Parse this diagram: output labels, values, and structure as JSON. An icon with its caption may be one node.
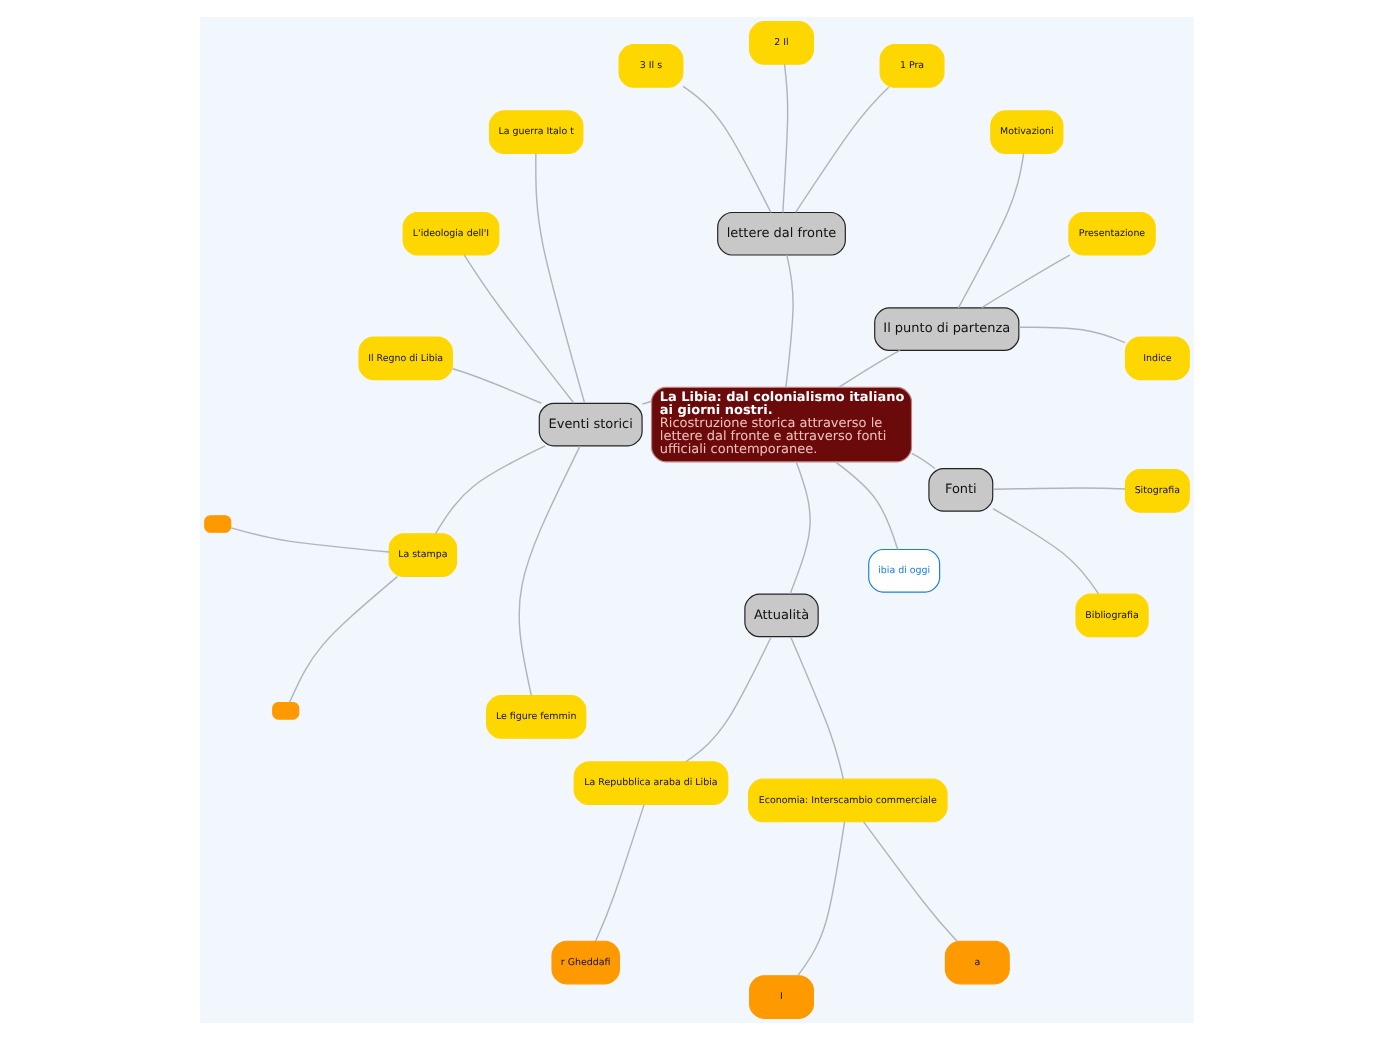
{
  "diagram": {
    "nodes": [
      {
        "text": [
          "La Libia: dal colonialismo italiano ai giorni nostri.",
          "Ricostruzione storica attraverso le lettere dal fronte e attraverso fonti ufficiali contemporanee."
        ]
      },
      {
        "text": [
          "Il punto di partenza"
        ]
      },
      {
        "text": [
          "Indice"
        ]
      },
      {
        "text": [
          "Presentazione"
        ]
      },
      {
        "text": [
          "Motivazioni"
        ]
      },
      {
        "text": [
          "lettere dal fronte"
        ]
      },
      {
        "text": [
          "1 Pra"
        ]
      },
      {
        "text": [
          "2 Il"
        ]
      },
      {
        "text": [
          "3 Il s"
        ]
      },
      {
        "text": [
          "Eventi storici"
        ]
      },
      {
        "text": [
          "La guerra Italo t"
        ]
      },
      {
        "text": [
          "L'ideologia dell'I"
        ]
      },
      {
        "text": [
          "Il Regno di Libia"
        ]
      },
      {
        "text": [
          "La stampa"
        ]
      },
      {
        "text": [],
        "shape": "box"
      },
      {
        "text": [],
        "shape": "box"
      },
      {
        "text": [
          "Le figure femmin"
        ]
      },
      {
        "text": [
          "Attualità"
        ]
      },
      {
        "text": [
          "La Repubblica araba di Libia"
        ]
      },
      {
        "text": [
          "r Gheddafi"
        ]
      },
      {
        "text": [
          "Economia: Interscambio commerciale"
        ]
      },
      {
        "text": [
          "I"
        ]
      },
      {
        "text": [
          "a"
        ]
      },
      {
        "text": [
          "ibia di oggi"
        ]
      },
      {
        "text": [
          "Fonti"
        ]
      },
      {
        "text": [
          "Bibliografia"
        ]
      },
      {
        "text": [
          "Sitografia"
        ]
      }
    ],
    "edges": [
      {
        "from": 0,
        "to": 1,
        "arrow": "none"
      },
      {
        "from": 1,
        "to": 2,
        "arrow": "none"
      },
      {
        "from": 1,
        "to": 3,
        "arrow": "none"
      },
      {
        "from": 1,
        "to": 4,
        "arrow": "none"
      },
      {
        "from": 0,
        "to": 5,
        "arrow": "none"
      },
      {
        "from": 5,
        "to": 6,
        "arrow": "none"
      },
      {
        "from": 5,
        "to": 7,
        "arrow": "none"
      },
      {
        "from": 5,
        "to": 8,
        "arrow": "none"
      },
      {
        "from": 0,
        "to": 9,
        "arrow": "none"
      },
      {
        "from": 9,
        "to": 10,
        "arrow": "none"
      },
      {
        "from": 9,
        "to": 11,
        "arrow": "none"
      },
      {
        "from": 9,
        "to": 12,
        "arrow": "none"
      },
      {
        "from": 9,
        "to": 13,
        "arrow": "none"
      },
      {
        "from": 13,
        "to": 14,
        "arrow": "none"
      },
      {
        "from": 13,
        "to": 15,
        "arrow": "none"
      },
      {
        "from": 9,
        "to": 16,
        "arrow": "none"
      },
      {
        "from": 0,
        "to": 17,
        "arrow": "none"
      },
      {
        "from": 17,
        "to": 18,
        "arrow": "none"
      },
      {
        "from": 18,
        "to": 19,
        "arrow": "none"
      },
      {
        "from": 17,
        "to": 20,
        "arrow": "none"
      },
      {
        "from": 20,
        "to": 21,
        "arrow": "none"
      },
      {
        "from": 20,
        "to": 22,
        "arrow": "none"
      },
      {
        "from": 0,
        "to": 23,
        "arrow": "none"
      },
      {
        "from": 0,
        "to": 24,
        "arrow": "none"
      },
      {
        "from": 24,
        "to": 25,
        "arrow": "none"
      },
      {
        "from": 24,
        "to": 26,
        "arrow": "none"
      }
    ]
  }
}
